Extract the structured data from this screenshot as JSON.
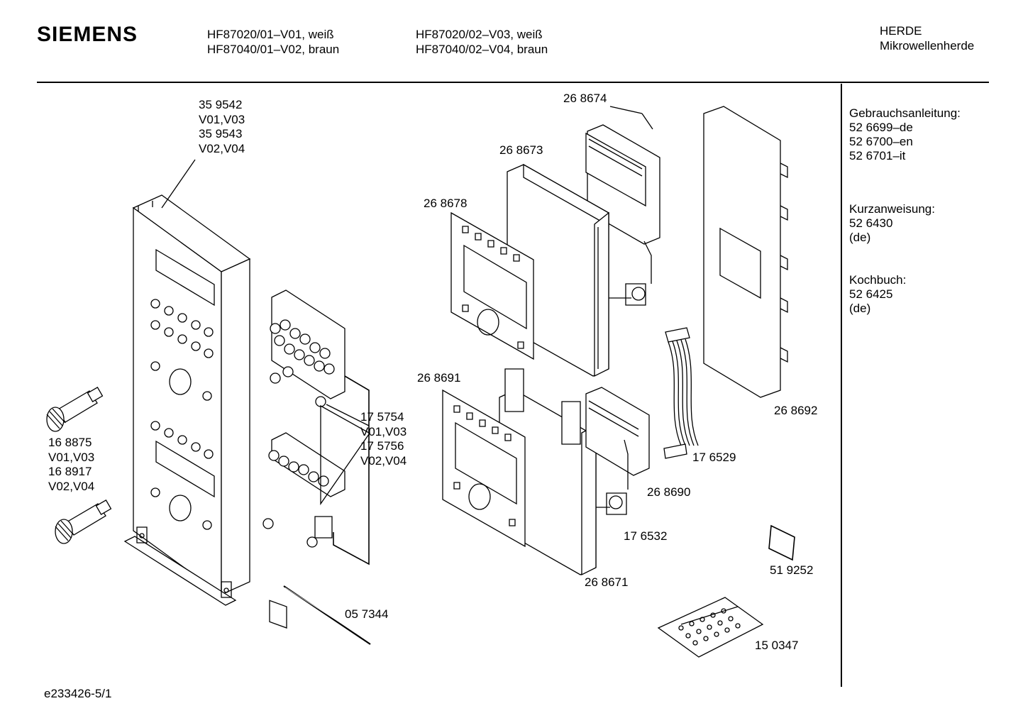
{
  "header": {
    "brand": "SIEMENS",
    "models_col1": [
      "HF87020/01–V01, weiß",
      "HF87040/01–V02, braun"
    ],
    "models_col2": [
      "HF87020/02–V03, weiß",
      "HF87040/02–V04, braun"
    ],
    "category": [
      "HERDE",
      "Mikrowellenherde"
    ]
  },
  "documents": [
    {
      "title": "Gebrauchsanleitung:",
      "lines": [
        "52 6699–de",
        "52 6700–en",
        "52 6701–it"
      ]
    },
    {
      "title": "Kurzanweisung:",
      "lines": [
        "52 6430",
        "(de)"
      ]
    },
    {
      "title": "Kochbuch:",
      "lines": [
        "52 6425",
        "(de)"
      ]
    }
  ],
  "parts": {
    "front_panel": [
      "35 9542",
      "V01,V03",
      "35 9543",
      "V02,V04"
    ],
    "knob": [
      "16 8875",
      "V01,V03",
      "16 8917",
      "V02,V04"
    ],
    "pcb_buttons": [
      "17 5754",
      "V01,V03",
      "17 5756",
      "V02,V04"
    ],
    "rod": "05 7344",
    "p268674": "26 8674",
    "p268673": "26 8673",
    "p268678": "26 8678",
    "p268691": "26 8691",
    "p268692": "26 8692",
    "p176529": "17 6529",
    "p268690": "26 8690",
    "p176532": "17 6532",
    "p268671": "26 8671",
    "p519252": "51 9252",
    "p150347": "15 0347"
  },
  "footer": "e233426-5/1"
}
